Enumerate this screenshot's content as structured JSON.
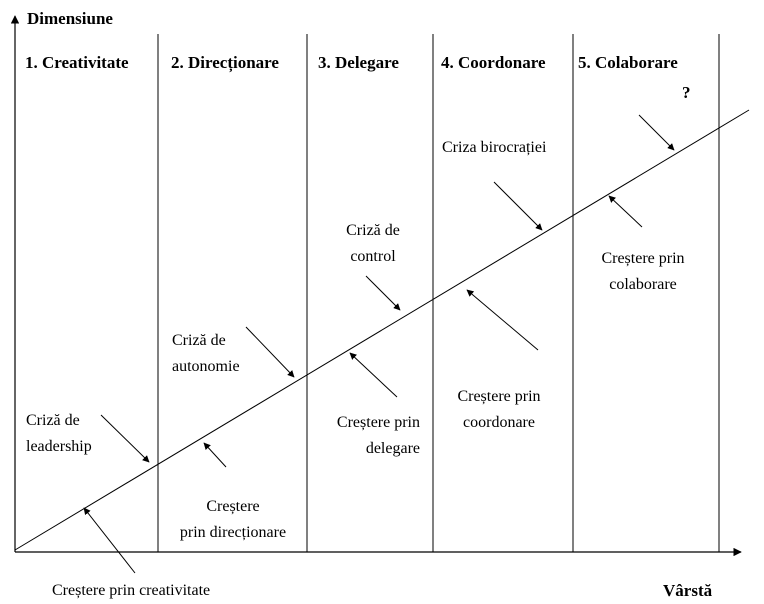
{
  "axes": {
    "y_label": "Dimensiune",
    "x_label": "Vârstă"
  },
  "phases": [
    {
      "label": "1. Creativitate"
    },
    {
      "label": "2. Direcționare"
    },
    {
      "label": "3. Delegare"
    },
    {
      "label": "4. Coordonare"
    },
    {
      "label": "5. Colaborare"
    }
  ],
  "question_mark": "?",
  "crises": [
    {
      "lines": [
        "Criză de",
        "leadership"
      ]
    },
    {
      "lines": [
        "Criză de",
        "autonomie"
      ]
    },
    {
      "lines": [
        "Criză de",
        "control"
      ]
    },
    {
      "lines": [
        "Criza birocrației"
      ]
    }
  ],
  "growth": [
    {
      "lines": [
        "Creștere prin creativitate"
      ]
    },
    {
      "lines": [
        "Creștere",
        "prin direcționare"
      ]
    },
    {
      "lines": [
        "Creștere prin",
        "delegare"
      ]
    },
    {
      "lines": [
        "Creștere prin",
        "coordonare"
      ]
    },
    {
      "lines": [
        "Creștere prin",
        "colaborare"
      ]
    }
  ]
}
